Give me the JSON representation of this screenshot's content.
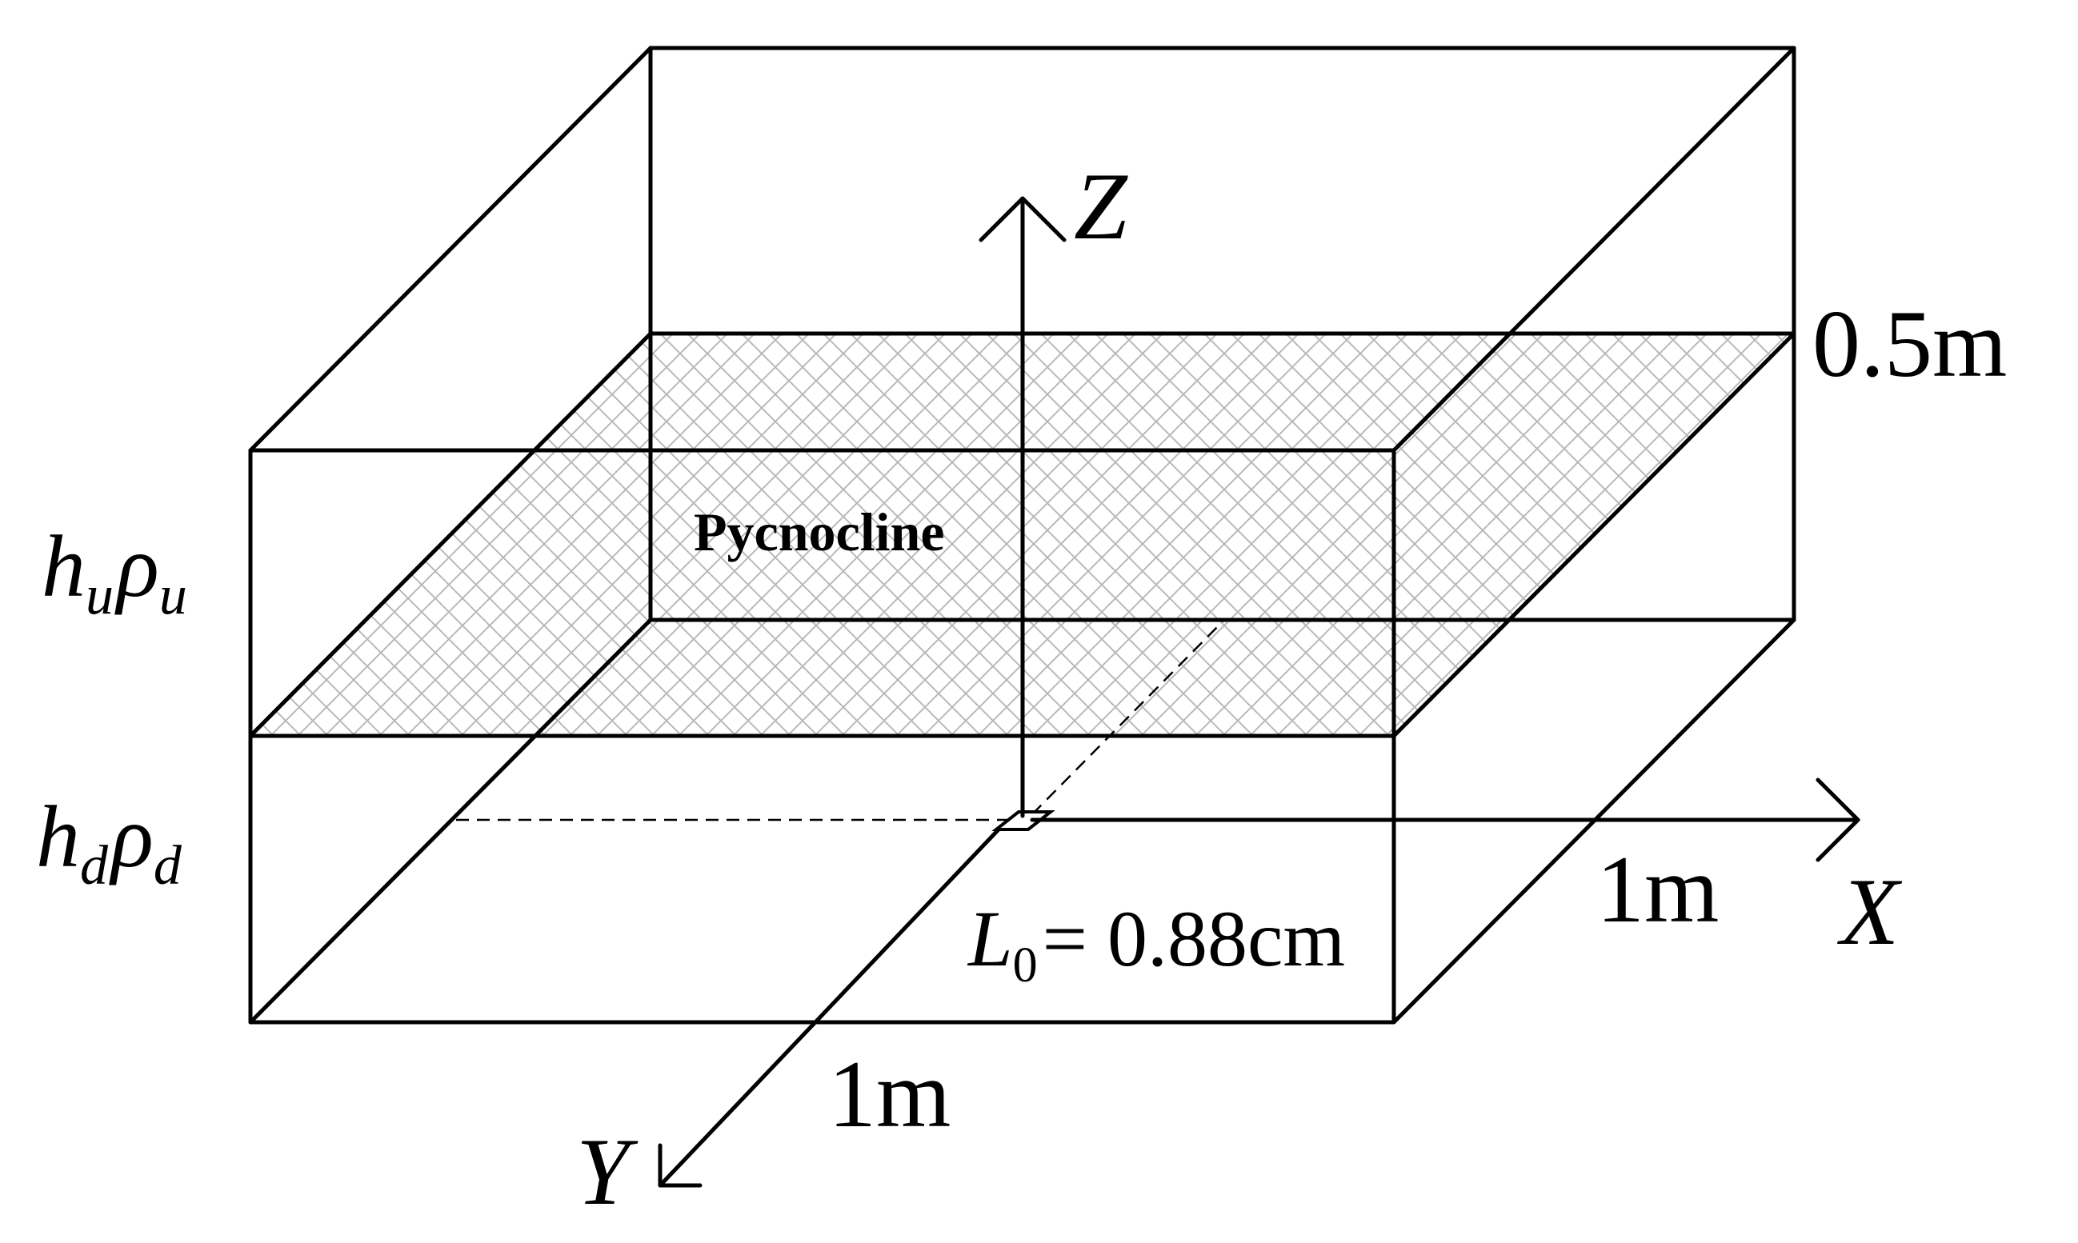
{
  "labels": {
    "z_axis": "Z",
    "x_axis": "X",
    "y_axis": "Y",
    "height": "0.5m",
    "x_length": "1m",
    "y_length": "1m",
    "pycnocline": "Pycnocline",
    "upper_layer": {
      "h": "h",
      "h_sub": "u",
      "rho": "ρ",
      "rho_sub": "u"
    },
    "lower_layer": {
      "h": "h",
      "h_sub": "d",
      "rho": "ρ",
      "rho_sub": "d"
    },
    "source_size": {
      "symbol": "L",
      "sub": "0",
      "value": "= 0.88cm"
    }
  }
}
